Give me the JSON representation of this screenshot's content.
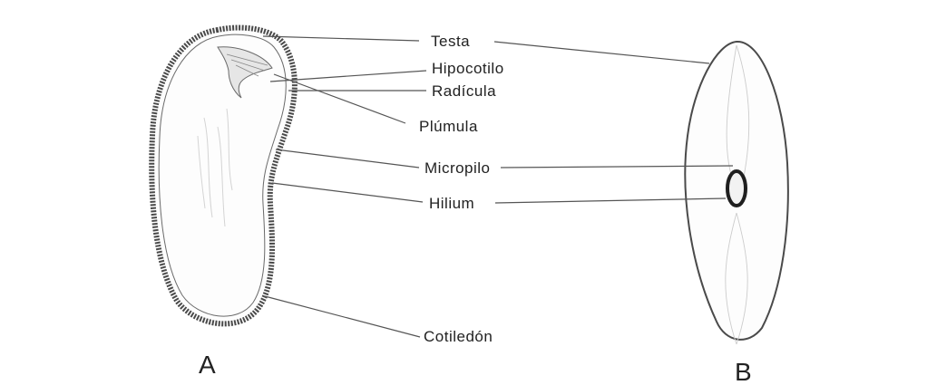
{
  "labels": {
    "testa": "Testa",
    "hipocotilo": "Hipocotilo",
    "radicula": "Radícula",
    "plumula": "Plúmula",
    "micropilo": "Micropilo",
    "hilium": "Hilium",
    "cotiledon": "Cotiledón"
  },
  "views": {
    "a": "A",
    "b": "B"
  }
}
